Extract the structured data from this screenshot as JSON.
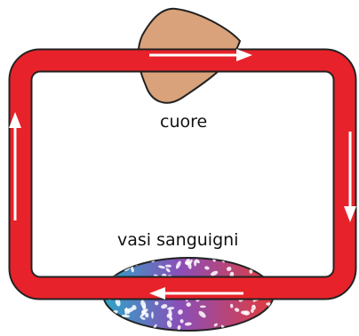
{
  "labels": {
    "heart": "cuore",
    "vessels": "vasi sanguigni"
  },
  "colors": {
    "background": "#ffffff",
    "vessel_loop": "#e8222a",
    "vessel_outline": "#222222",
    "flow_arrows": "#ffffff",
    "heart_fill": "#d9a27a",
    "capillary_oxygenated": "#e23b3b",
    "capillary_mixed": "#8a4fb8",
    "capillary_deoxygenated": "#2aa7c9"
  },
  "flow": {
    "direction": "clockwise",
    "arrow_icons": [
      "arrow-right-icon",
      "arrow-down-icon",
      "arrow-left-icon",
      "arrow-up-icon"
    ]
  }
}
